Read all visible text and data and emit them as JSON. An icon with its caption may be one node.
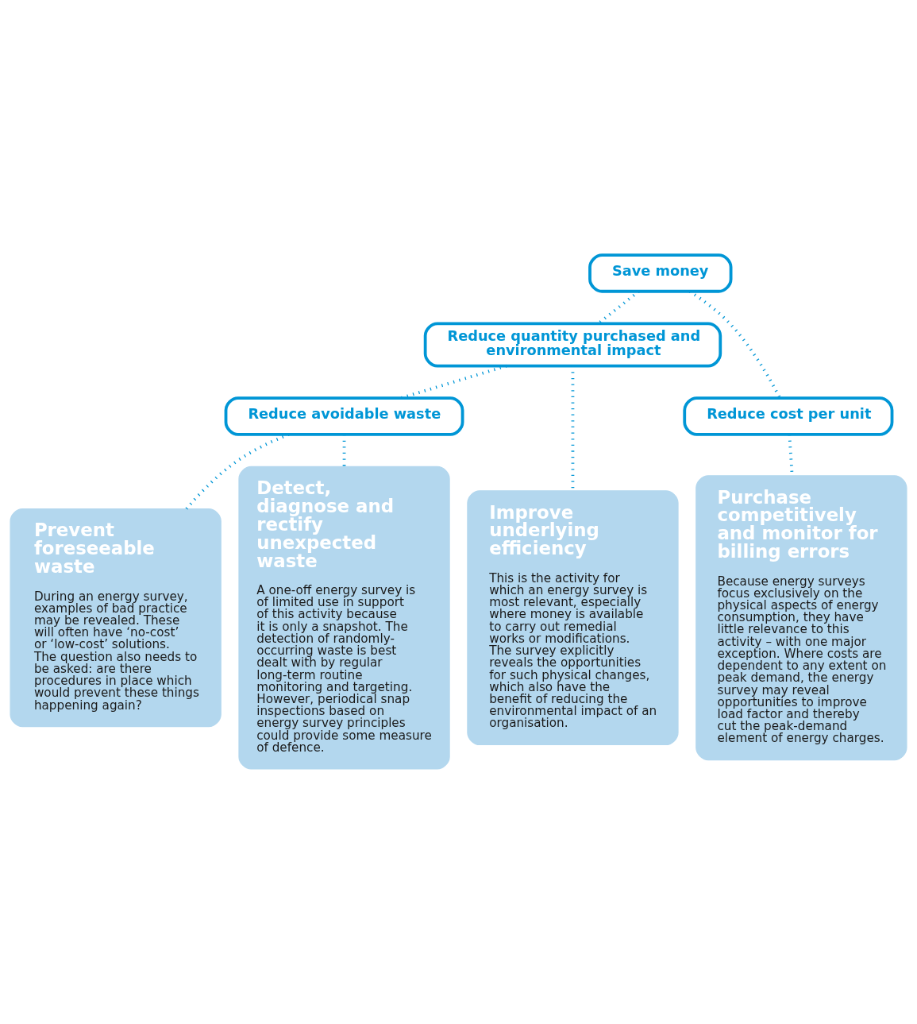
{
  "diagram": {
    "nodes": [
      {
        "text": [
          "Save money"
        ]
      },
      {
        "text": [
          "Reduce quantity purchased and environmental impact"
        ]
      },
      {
        "text": [
          "Reduce cost per unit"
        ]
      },
      {
        "text": [
          "Reduce avoidable waste"
        ]
      },
      {
        "text": [
          "Improve underlying efficiency",
          "This is the activity for which an energy survey is most relevant, especially where money is available to carry out remedial works or modifications. The survey explicitly reveals the opportunities for such physical changes, which also have the benefit of reducing the environmental impact of an organisation."
        ]
      },
      {
        "text": [
          "Prevent foreseeable waste",
          "During an energy survey, examples of bad practice may be revealed. These will often have ‘no-cost’ or ‘low-cost’ solutions. The question also needs to be asked: are there procedures in place which would prevent these things happening again?"
        ]
      },
      {
        "text": [
          "Detect, diagnose and rectify unexpected waste",
          "A one-off energy survey is of limited use in support of this activity because it is only a snapshot. The detection of randomly-occurring waste is best dealt with by regular long-term routine monitoring and targeting. However, periodical snap inspections based on energy survey principles could provide some measure of defence."
        ]
      },
      {
        "text": [
          "Purchase competitively and monitor for billing errors",
          "Because energy surveys focus exclusively on the physical aspects of energy consumption, they have little relevance to this activity – with one major exception. Where costs are dependent to any extent on peak demand, the energy survey may reveal opportunities to improve load factor and thereby cut the peak-demand element of energy charges."
        ]
      }
    ],
    "edges": [
      {
        "from": 0,
        "to": 1,
        "arrow": "none"
      },
      {
        "from": 0,
        "to": 2,
        "arrow": "none"
      },
      {
        "from": 1,
        "to": 4,
        "arrow": "none"
      },
      {
        "from": 1,
        "to": 3,
        "arrow": "none"
      },
      {
        "from": 3,
        "to": 5,
        "arrow": "none"
      },
      {
        "from": 3,
        "to": 6,
        "arrow": "none"
      },
      {
        "from": 2,
        "to": 7,
        "arrow": "none"
      }
    ]
  }
}
